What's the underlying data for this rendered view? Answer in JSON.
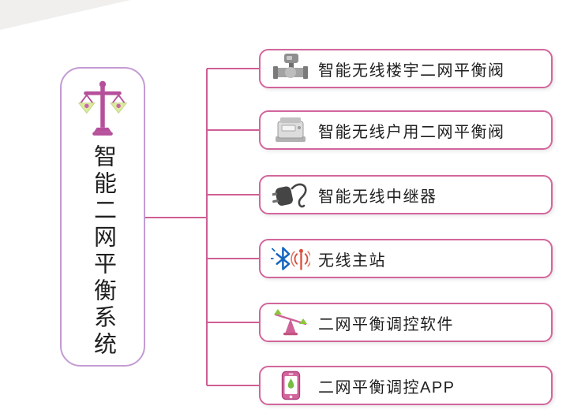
{
  "root": {
    "title": "智能二网平衡系统",
    "icon": "balance-scale-icon"
  },
  "branches": [
    {
      "label": "智能无线楼宇二网平衡阀",
      "icon": "building-valve-icon"
    },
    {
      "label": "智能无线户用二网平衡阀",
      "icon": "household-meter-icon"
    },
    {
      "label": "智能无线中继器",
      "icon": "power-adapter-repeater-icon"
    },
    {
      "label": "无线主站",
      "icon": "bluetooth-wifi-icon"
    },
    {
      "label": "二网平衡调控软件",
      "icon": "seesaw-balance-icon"
    },
    {
      "label": "二网平衡调控APP",
      "icon": "smartphone-app-icon"
    }
  ],
  "colors": {
    "branch_border": "#d2669c",
    "root_border": "#c39bd3",
    "connector": "#cf5f95",
    "text": "#1f1f1f"
  }
}
